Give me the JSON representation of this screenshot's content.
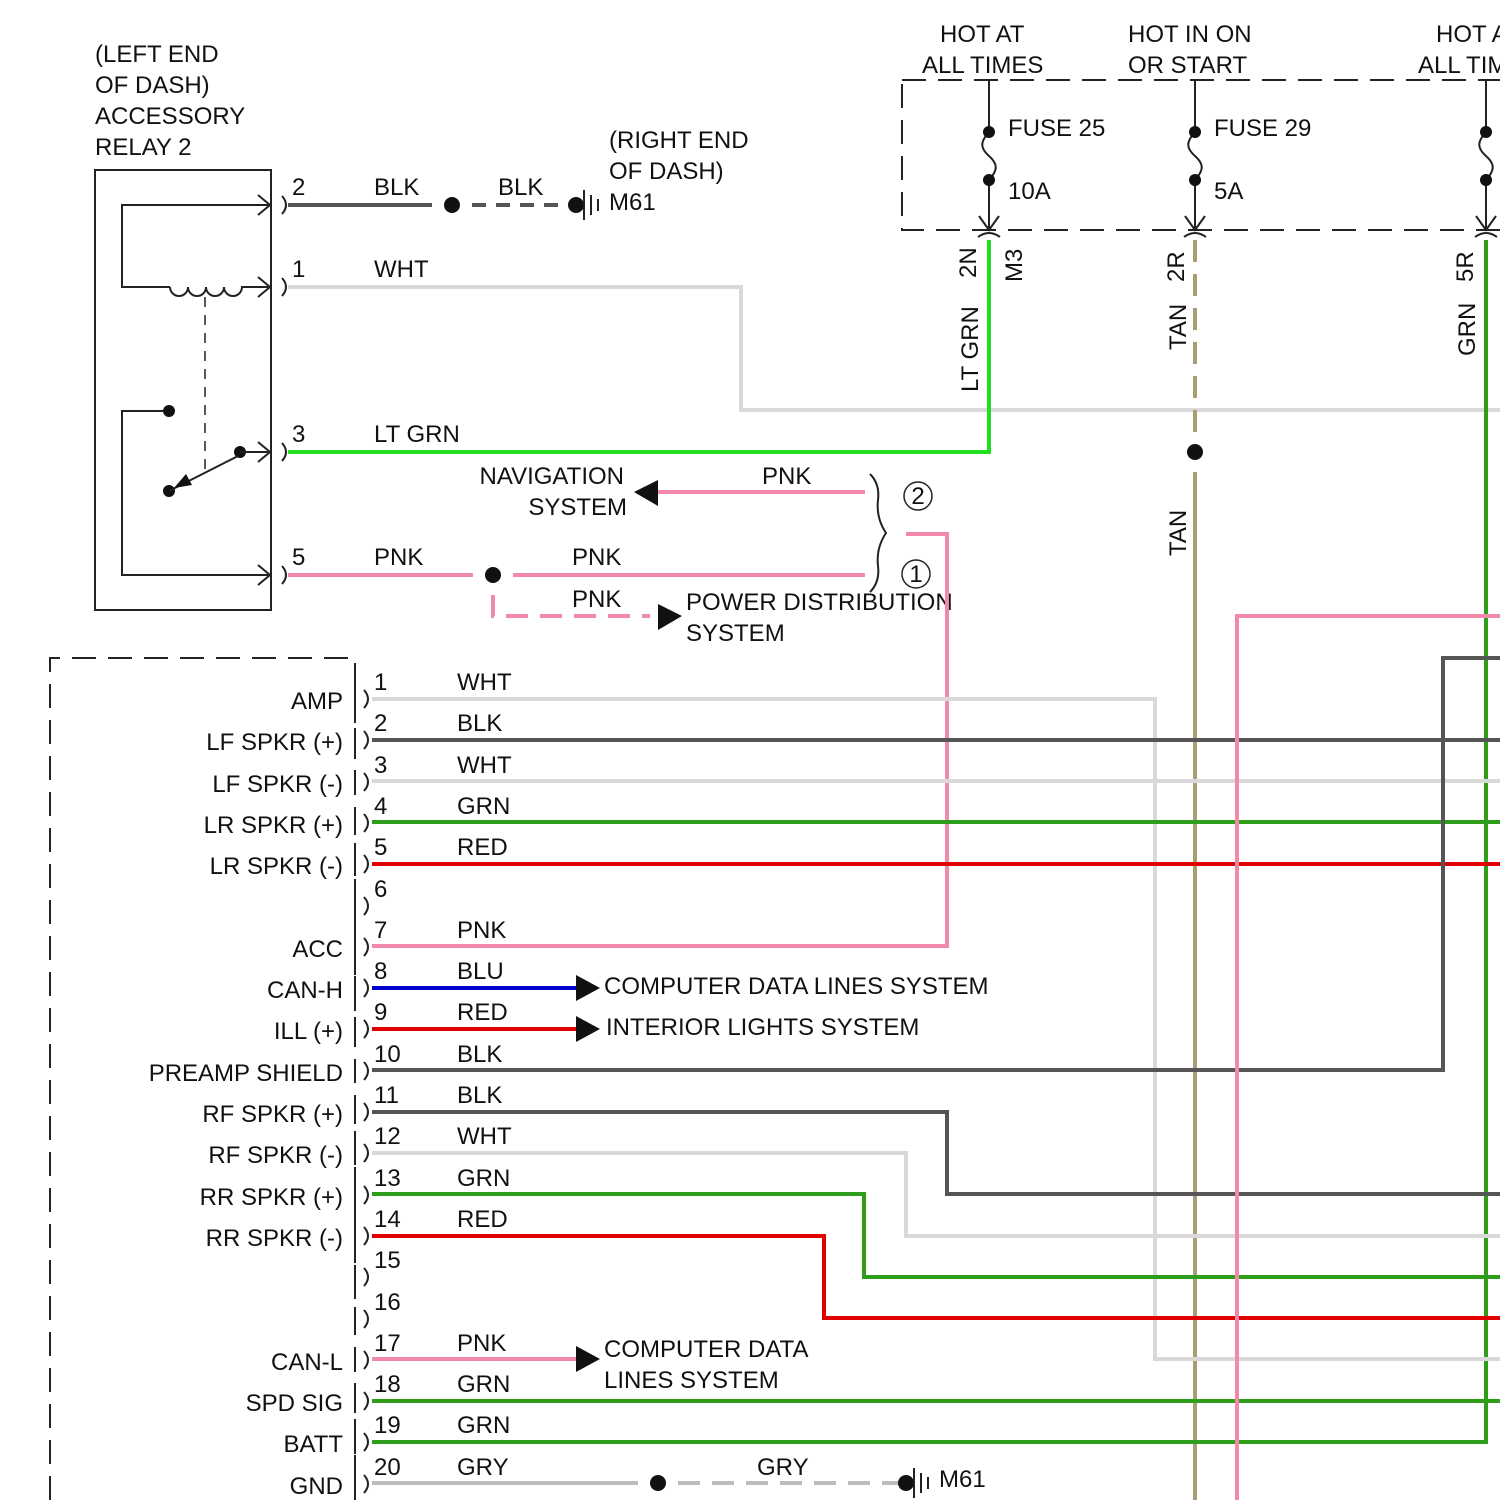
{
  "relay": {
    "location": [
      "(LEFT END",
      "OF DASH)"
    ],
    "name": [
      "ACCESSORY",
      "RELAY 2"
    ]
  },
  "ground_top": {
    "location": [
      "(RIGHT END",
      "OF DASH)"
    ],
    "ref": "M61"
  },
  "relay_pins": [
    {
      "pin": "2",
      "wire": "BLK",
      "wire2": "BLK"
    },
    {
      "pin": "1",
      "wire": "WHT"
    },
    {
      "pin": "3",
      "wire": "LT GRN"
    },
    {
      "pin": "5",
      "wire": "PNK",
      "wire2": "PNK",
      "wire3": "PNK"
    }
  ],
  "nav_branch": {
    "wire": "PNK",
    "dest": [
      "NAVIGATION",
      "SYSTEM"
    ],
    "num": "2"
  },
  "power_branch": {
    "dest": [
      "POWER DISTRIBUTION",
      "SYSTEM"
    ],
    "num": "1"
  },
  "fuses": [
    {
      "hot": [
        "HOT AT",
        "ALL TIMES"
      ],
      "name": "FUSE 25",
      "rating": "10A",
      "pins": [
        "2N",
        "M3"
      ],
      "wire": "LT GRN"
    },
    {
      "hot": [
        "HOT IN ON",
        "OR START"
      ],
      "name": "FUSE 29",
      "rating": "5A",
      "pins": [
        "2R"
      ],
      "wire": "TAN",
      "wire2": "TAN"
    },
    {
      "hot": [
        "HOT AT",
        "ALL TIMES"
      ],
      "pins": [
        "5R"
      ],
      "wire": "GRN"
    }
  ],
  "radio_pins": [
    {
      "pin": "1",
      "label": "AMP",
      "wire": "WHT"
    },
    {
      "pin": "2",
      "label": "LF SPKR (+)",
      "wire": "BLK"
    },
    {
      "pin": "3",
      "label": "LF SPKR (-)",
      "wire": "WHT"
    },
    {
      "pin": "4",
      "label": "LR SPKR (+)",
      "wire": "GRN"
    },
    {
      "pin": "5",
      "label": "LR SPKR (-)",
      "wire": "RED"
    },
    {
      "pin": "6",
      "label": "",
      "wire": ""
    },
    {
      "pin": "7",
      "label": "ACC",
      "wire": "PNK"
    },
    {
      "pin": "8",
      "label": "CAN-H",
      "wire": "BLU"
    },
    {
      "pin": "9",
      "label": "ILL (+)",
      "wire": "RED"
    },
    {
      "pin": "10",
      "label": "PREAMP SHIELD",
      "wire": "BLK"
    },
    {
      "pin": "11",
      "label": "RF SPKR (+)",
      "wire": "BLK"
    },
    {
      "pin": "12",
      "label": "RF SPKR (-)",
      "wire": "WHT"
    },
    {
      "pin": "13",
      "label": "RR SPKR (+)",
      "wire": "GRN"
    },
    {
      "pin": "14",
      "label": "RR SPKR (-)",
      "wire": "RED"
    },
    {
      "pin": "15",
      "label": "",
      "wire": ""
    },
    {
      "pin": "16",
      "label": "",
      "wire": ""
    },
    {
      "pin": "17",
      "label": "CAN-L",
      "wire": "PNK"
    },
    {
      "pin": "18",
      "label": "SPD SIG",
      "wire": "GRN"
    },
    {
      "pin": "19",
      "label": "BATT",
      "wire": "GRN"
    },
    {
      "pin": "20",
      "label": "GND",
      "wire": "GRY",
      "wire2": "GRY"
    }
  ],
  "destinations": {
    "pin8": "COMPUTER DATA LINES SYSTEM",
    "pin9": "INTERIOR LIGHTS SYSTEM",
    "pin17": [
      "COMPUTER DATA",
      "LINES SYSTEM"
    ]
  },
  "ground_bottom": {
    "ref": "M61"
  },
  "colors": {
    "BLK": "#555555",
    "WHT": "#d9d9d9",
    "GRY": "#bcbcbc",
    "LT GRN": "#22dd22",
    "GRN": "#2e9e1a",
    "RED": "#e00000",
    "PNK": "#f08aa8",
    "BLU": "#0000cc",
    "TAN": "#a89e72"
  }
}
